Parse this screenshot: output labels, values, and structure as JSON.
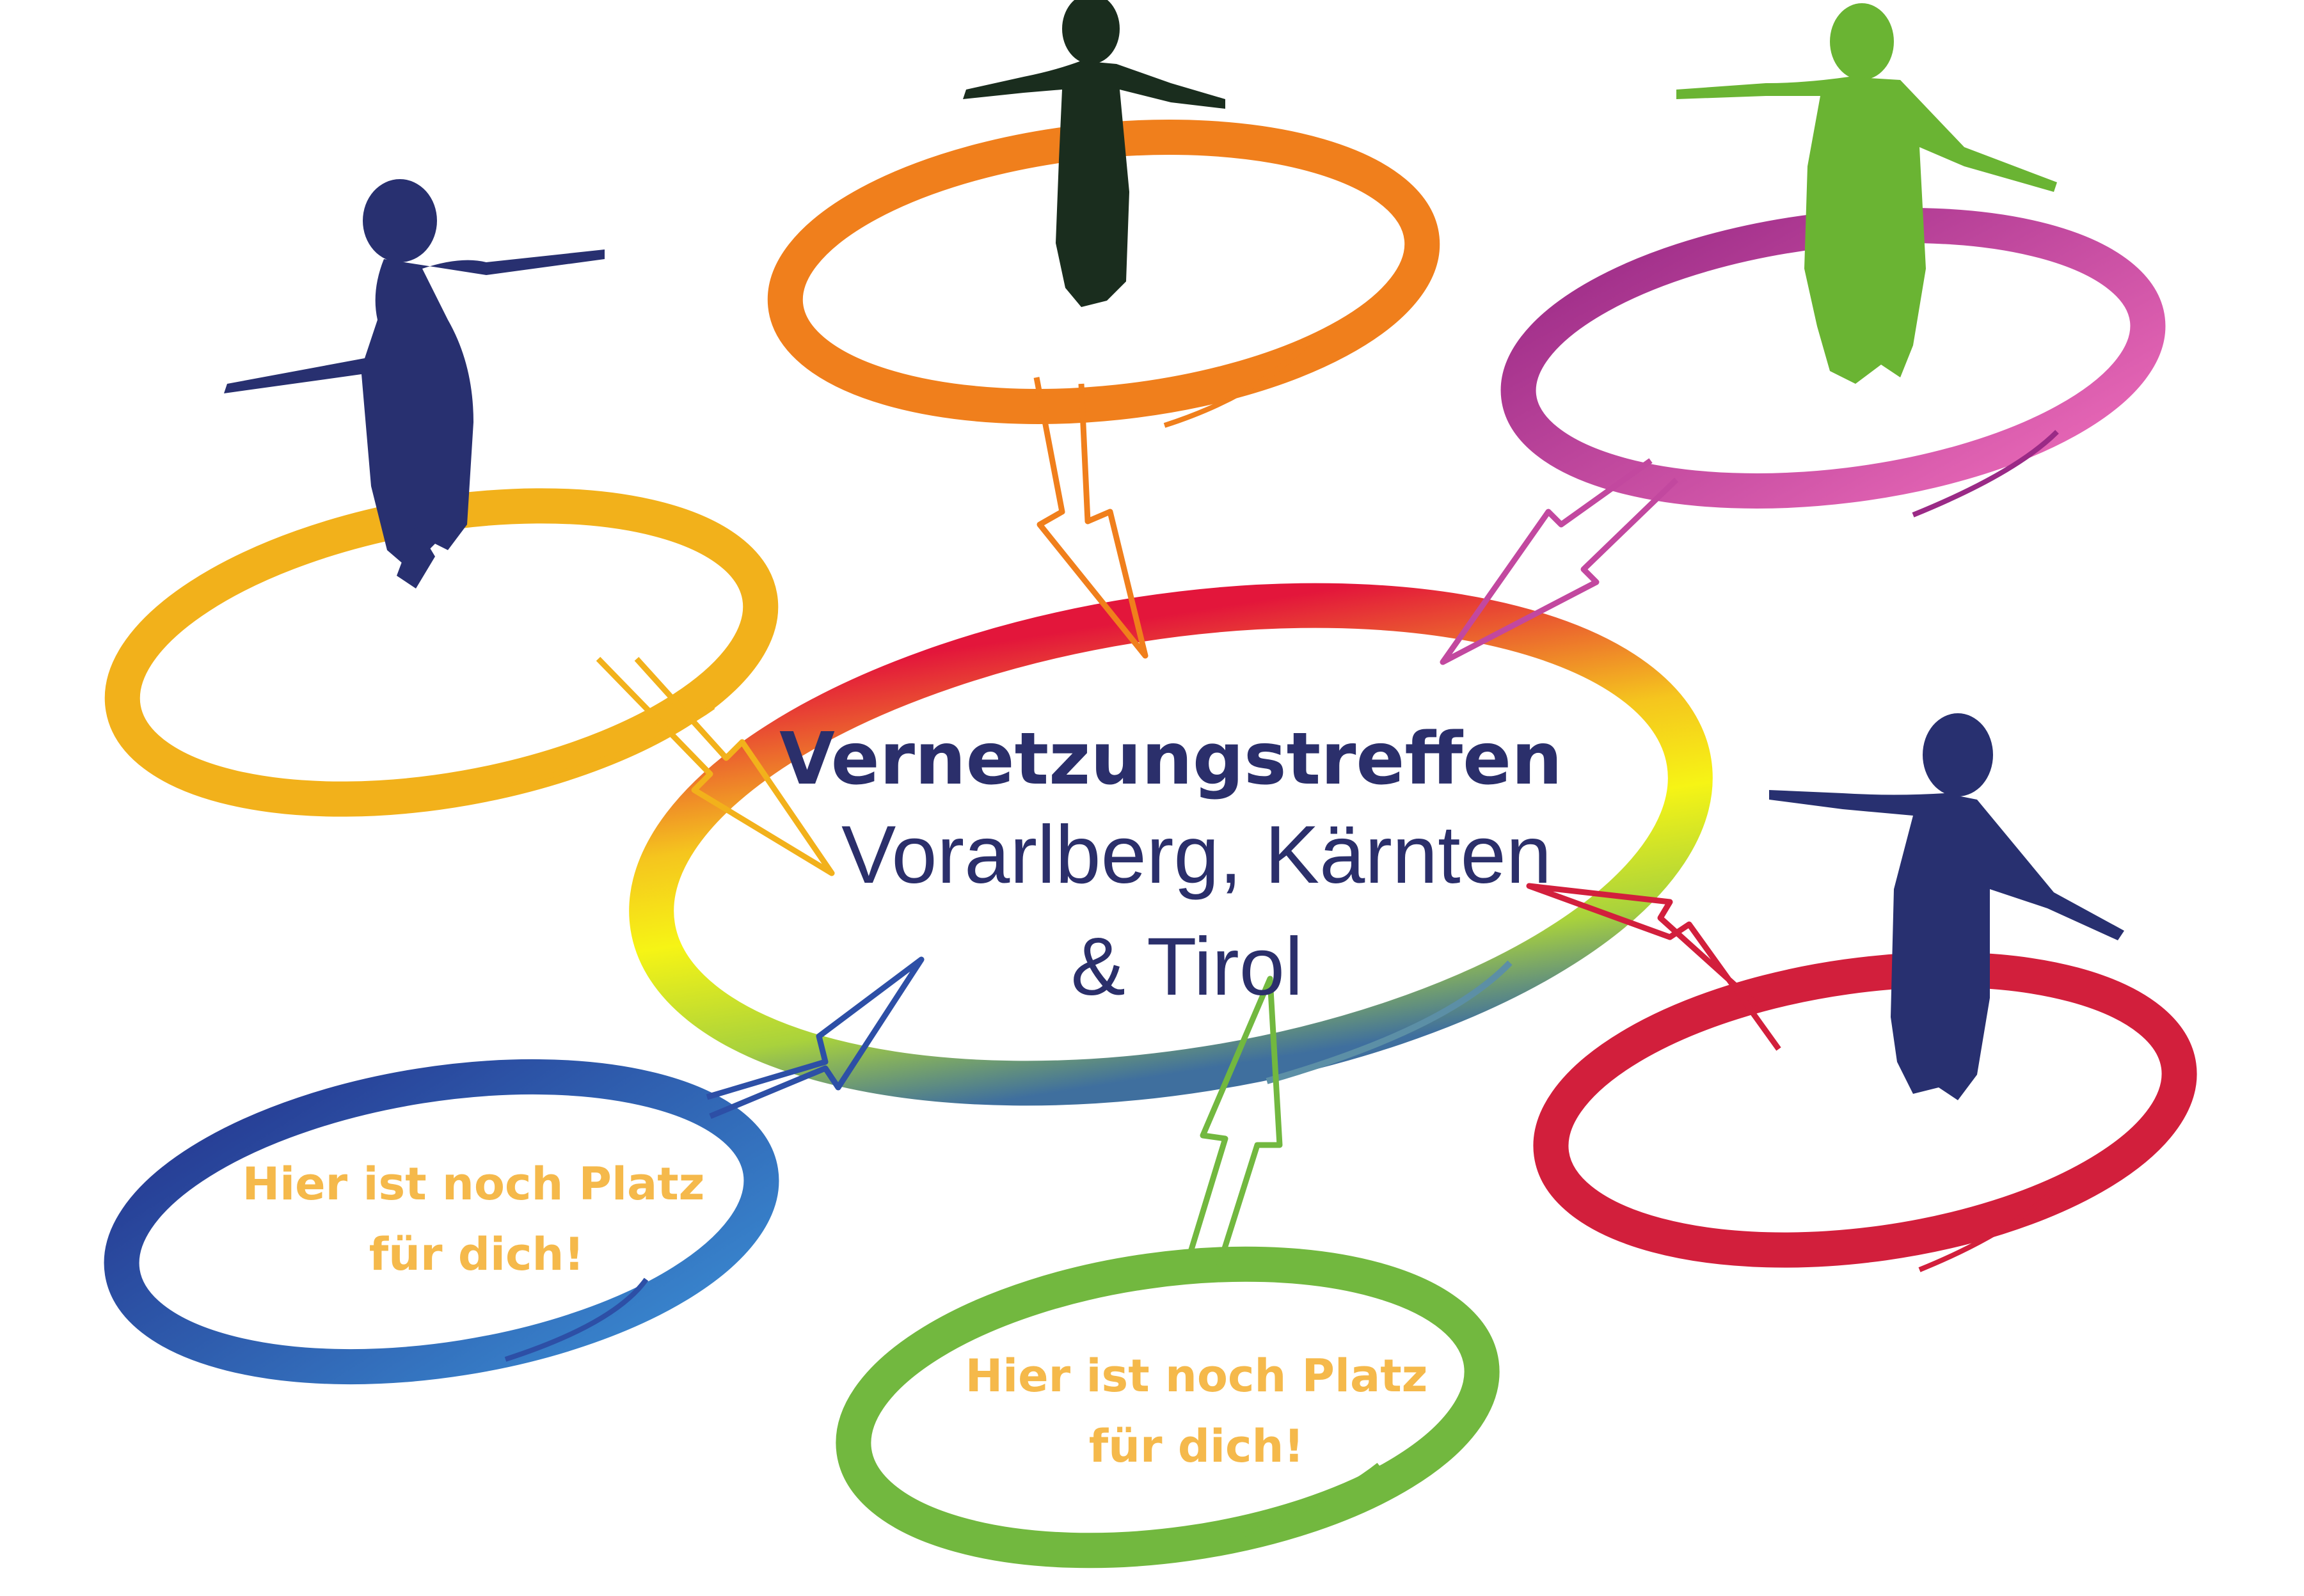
{
  "center": {
    "title": "Vernetzungstreffen",
    "subtitle_line1": "Vorarlberg, Kärnten",
    "subtitle_line2": "& Tirol"
  },
  "placeholders": [
    {
      "line1": "Hier ist noch Platz",
      "line2": "für dich!"
    },
    {
      "line1": "Hier ist noch Platz",
      "line2": "für dich!"
    }
  ],
  "colors": {
    "text_navy": "#2b2f6b",
    "placeholder_text": "#f5b94b",
    "ring_orange": "#f07f1c",
    "ring_yellow_orange": "#f2b11b",
    "ring_pink": "#e060b3",
    "ring_purple": "#9a2a86",
    "ring_red": "#d21f3c",
    "ring_blue": "#2d4fa6",
    "ring_green": "#72b83f",
    "figure_navy": "#283070",
    "figure_dark_green": "#1a2d1e",
    "figure_green": "#6ab433"
  },
  "icons": [
    "person-silhouette-icon",
    "arrow-icon"
  ]
}
